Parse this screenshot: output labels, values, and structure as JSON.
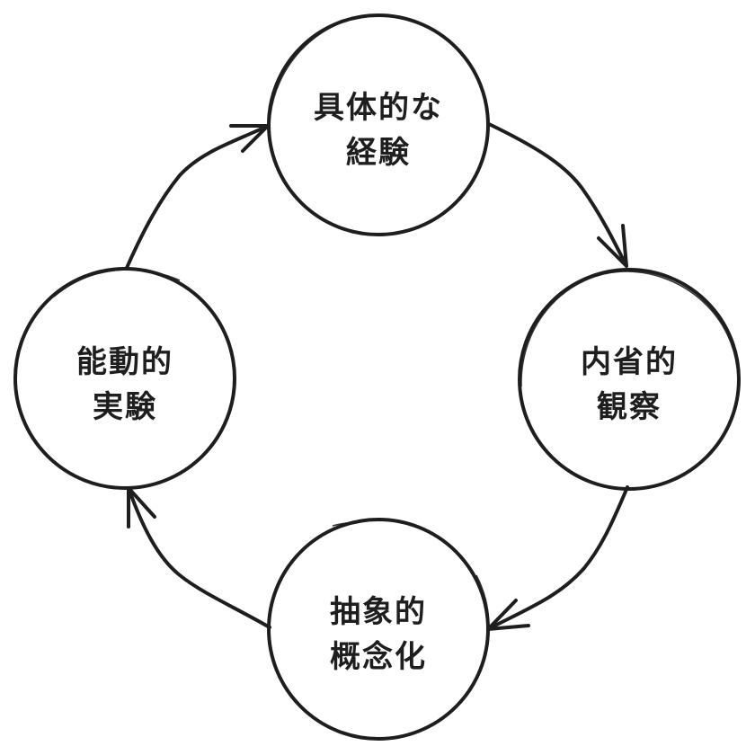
{
  "diagram": {
    "title": "",
    "type": "cycle",
    "stroke_color": "#1e1e1e",
    "background_color": "#ffffff",
    "nodes": [
      {
        "id": "concrete-experience",
        "lines": [
          "具体的な",
          "経験"
        ]
      },
      {
        "id": "reflective-observation",
        "lines": [
          "内省的",
          "観察"
        ]
      },
      {
        "id": "abstract-conceptualization",
        "lines": [
          "抽象的",
          "概念化"
        ]
      },
      {
        "id": "active-experimentation",
        "lines": [
          "能動的",
          "実験"
        ]
      }
    ],
    "edges": [
      {
        "from": "concrete-experience",
        "to": "reflective-observation"
      },
      {
        "from": "reflective-observation",
        "to": "abstract-conceptualization"
      },
      {
        "from": "abstract-conceptualization",
        "to": "active-experimentation"
      },
      {
        "from": "active-experimentation",
        "to": "concrete-experience"
      }
    ]
  }
}
